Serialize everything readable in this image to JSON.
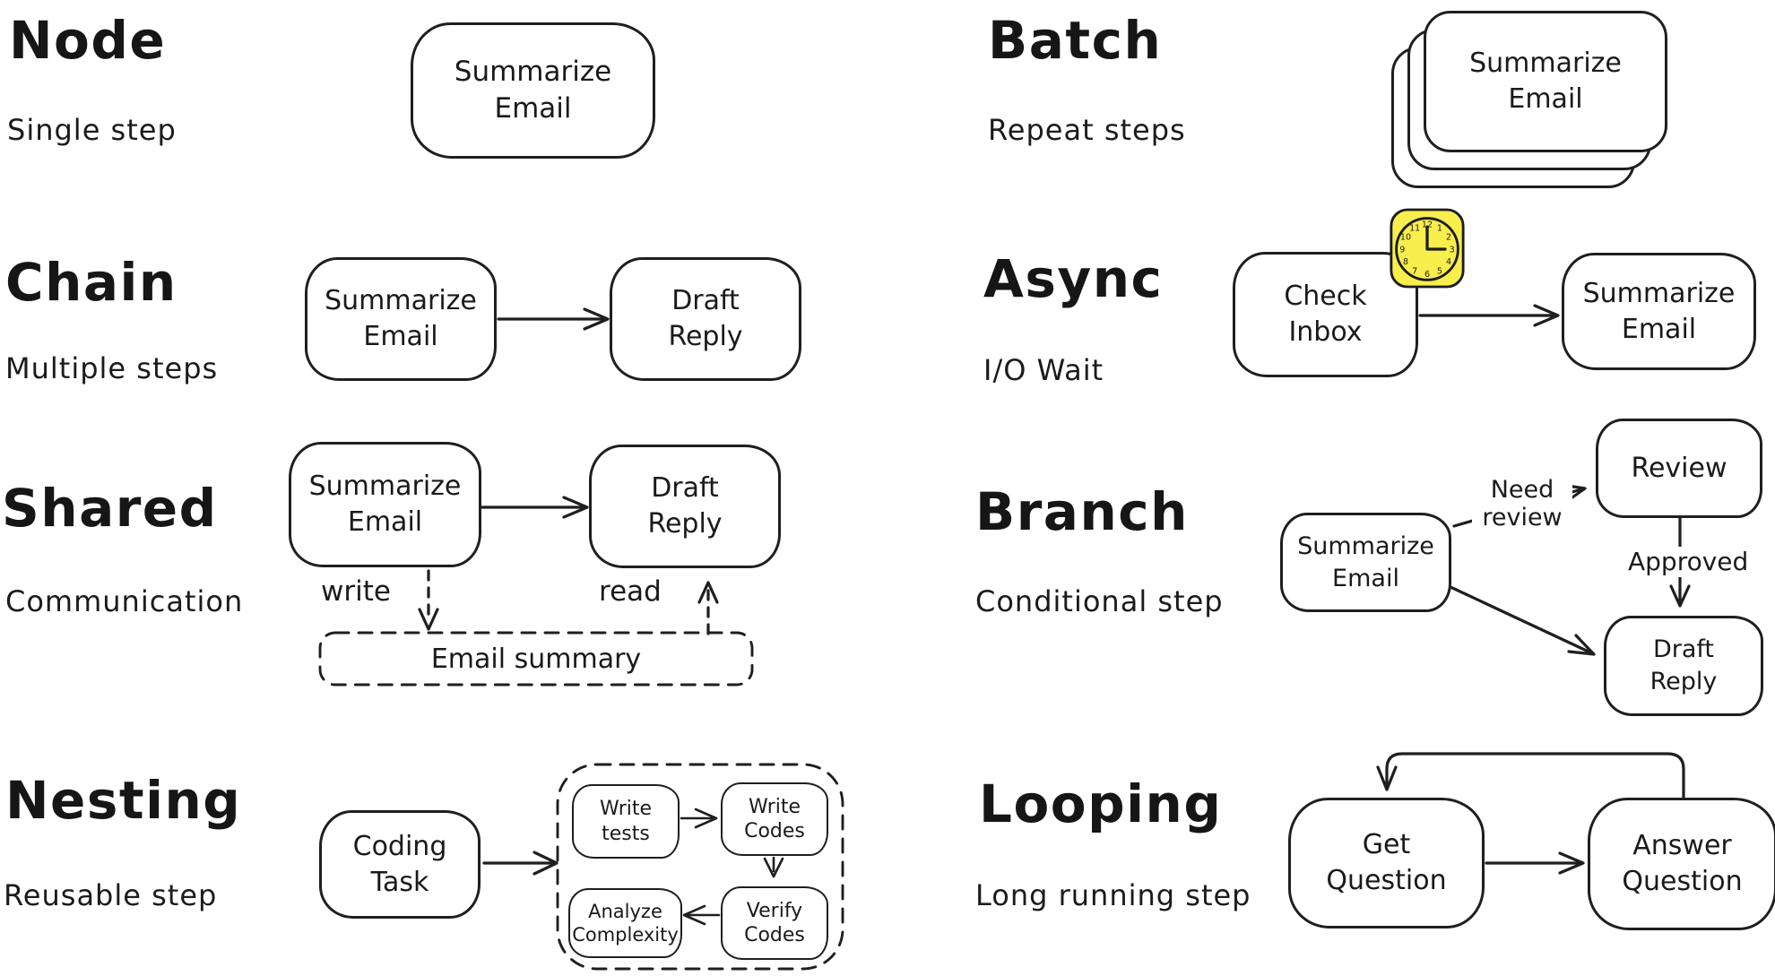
{
  "colors": {
    "ink": "#1e1f20",
    "clock_fill": "#f8ee4c",
    "background": "#ffffff"
  },
  "sections": {
    "node": {
      "title": "Node",
      "subtitle": "Single step",
      "box1": "Summarize\nEmail"
    },
    "chain": {
      "title": "Chain",
      "subtitle": "Multiple steps",
      "box1": "Summarize\nEmail",
      "box2": "Draft\nReply"
    },
    "shared": {
      "title": "Shared",
      "subtitle": "Communication",
      "box1": "Summarize\nEmail",
      "box2": "Draft\nReply",
      "write_label": "write",
      "read_label": "read",
      "store_label": "Email summary"
    },
    "nesting": {
      "title": "Nesting",
      "subtitle": "Reusable step",
      "box1": "Coding\nTask",
      "inner_box1": "Write\ntests",
      "inner_box2": "Write\nCodes",
      "inner_box3": "Verify\nCodes",
      "inner_box4": "Analyze\nComplexity"
    },
    "batch": {
      "title": "Batch",
      "subtitle": "Repeat steps",
      "box1": "Summarize\nEmail"
    },
    "async": {
      "title": "Async",
      "subtitle": "I/O Wait",
      "box1": "Check\nInbox",
      "box2": "Summarize\nEmail",
      "clock_icon": "clock-at-3-oclock"
    },
    "branch": {
      "title": "Branch",
      "subtitle": "Conditional step",
      "box1": "Summarize\nEmail",
      "box2": "Review",
      "box3": "Draft\nReply",
      "edge_label1": "Need\nreview",
      "edge_label2": "Approved"
    },
    "looping": {
      "title": "Looping",
      "subtitle": "Long running step",
      "box1": "Get\nQuestion",
      "box2": "Answer\nQuestion"
    }
  }
}
